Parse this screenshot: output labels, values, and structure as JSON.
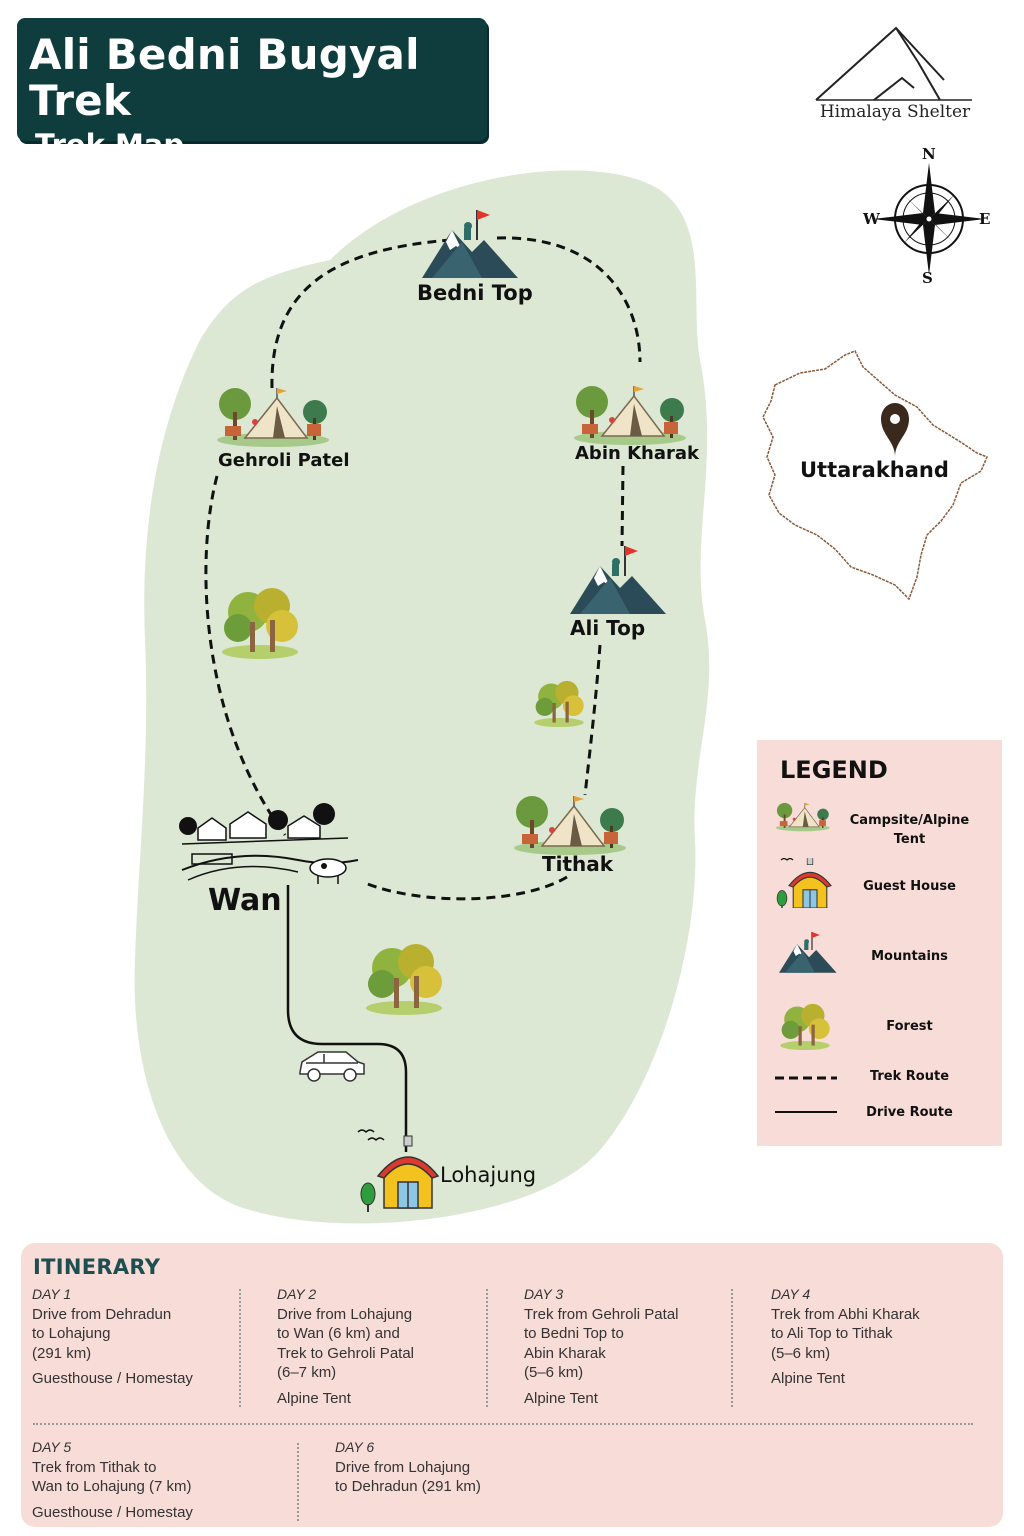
{
  "header": {
    "title": "Ali Bedni Bugyal Trek",
    "subtitle": "Trek Map"
  },
  "brand": {
    "name": "Himalaya Shelter"
  },
  "compass": {
    "n": "N",
    "s": "S",
    "e": "E",
    "w": "W"
  },
  "places": {
    "bedni_top": "Bedni Top",
    "gehroli_patel": "Gehroli Patel",
    "abin_kharak": "Abin Kharak",
    "ali_top": "Ali Top",
    "tithak": "Tithak",
    "wan": "Wan",
    "lohajung": "Lohajung"
  },
  "inset": {
    "state": "Uttarakhand"
  },
  "legend": {
    "title": "LEGEND",
    "items": [
      "Campsite/Alpine Tent",
      "Guest House",
      "Mountains",
      "Forest",
      "Trek Route",
      "Drive Route"
    ]
  },
  "itinerary": {
    "title": "ITINERARY",
    "days": [
      {
        "label": "DAY 1",
        "lines": [
          "Drive from Dehradun",
          "to Lohajung",
          "(291 km)"
        ],
        "stay": "Guesthouse / Homestay"
      },
      {
        "label": "DAY 2",
        "lines": [
          "Drive from Lohajung",
          "to Wan (6 km) and",
          "Trek to Gehroli Patal",
          "(6–7 km)"
        ],
        "stay": "Alpine Tent"
      },
      {
        "label": "DAY 3",
        "lines": [
          "Trek from Gehroli Patal",
          "to Bedni Top to",
          "Abin Kharak",
          "(5–6 km)"
        ],
        "stay": "Alpine Tent"
      },
      {
        "label": "DAY 4",
        "lines": [
          "Trek from Abhi Kharak",
          "to Ali Top to Tithak",
          "(5–6 km)"
        ],
        "stay": "Alpine Tent"
      },
      {
        "label": "DAY 5",
        "lines": [
          "Trek from Tithak to",
          "Wan to Lohajung (7 km)"
        ],
        "stay": "Guesthouse / Homestay"
      },
      {
        "label": "DAY 6",
        "lines": [
          "Drive from Lohajung",
          "to Dehradun (291 km)"
        ],
        "stay": ""
      }
    ]
  },
  "colors": {
    "map_bg": "#dce7d4",
    "header_bg": "#0f3d3e",
    "panel_bg": "#f8dcd7",
    "flag": "#e2342b",
    "mountain": "#2a4b57"
  }
}
